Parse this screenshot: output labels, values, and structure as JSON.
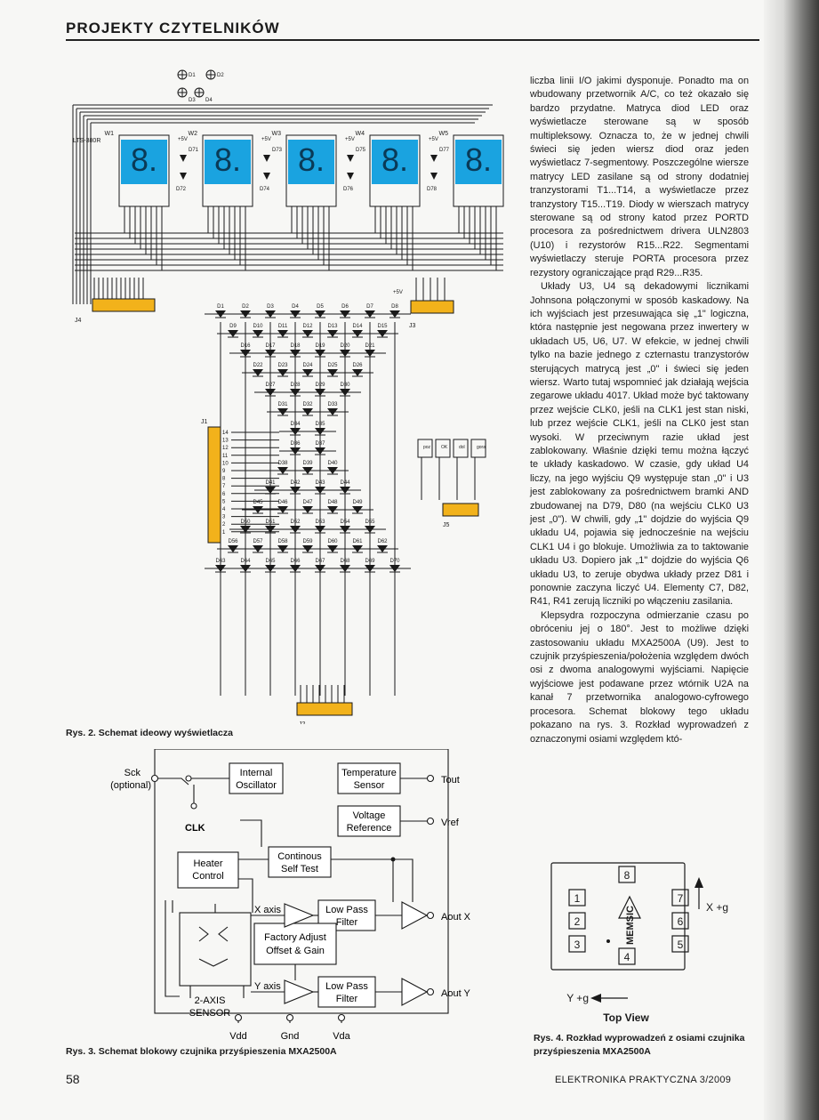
{
  "header": {
    "title": "PROJEKTY CZYTELNIKÓW"
  },
  "fig2": {
    "caption": "Rys. 2. Schemat ideowy wyświetlacza",
    "top_labels": [
      "D1",
      "D2",
      "D3",
      "D4"
    ],
    "display_labels": [
      "W1",
      "W2",
      "W3",
      "W4",
      "W5"
    ],
    "display_part": "LTS-380R",
    "led_labels": [
      "D71",
      "D72",
      "D73",
      "D74",
      "D75",
      "D76",
      "D77",
      "D78"
    ],
    "v5": "+5V",
    "j4": "J4",
    "j3": "J3",
    "j1": "J1",
    "j2": "J2",
    "j5": "J5",
    "matrix_rows": [
      [
        "D1",
        "D2",
        "D3",
        "D4",
        "D5",
        "D6",
        "D7",
        "D8"
      ],
      [
        "D9",
        "D10",
        "D11",
        "D12",
        "D13",
        "D14",
        "D15"
      ],
      [
        "D16",
        "D17",
        "D18",
        "D19",
        "D20",
        "D21"
      ],
      [
        "D22",
        "D23",
        "D24",
        "D25",
        "D26"
      ],
      [
        "D27",
        "D28",
        "D29",
        "D30"
      ],
      [
        "D31",
        "D32",
        "D33"
      ],
      [
        "D34",
        "D35"
      ],
      [
        "D36",
        "D37"
      ],
      [
        "D38",
        "D39",
        "D40"
      ],
      [
        "D41",
        "D42",
        "D43",
        "D44"
      ],
      [
        "D45",
        "D46",
        "D47",
        "D48",
        "D49"
      ],
      [
        "D50",
        "D51",
        "D52",
        "D53",
        "D54",
        "D55"
      ],
      [
        "D56",
        "D57",
        "D58",
        "D59",
        "D60",
        "D61",
        "D62"
      ],
      [
        "D63",
        "D64",
        "D65",
        "D66",
        "D67",
        "D68",
        "D69",
        "D70"
      ]
    ],
    "j1_pins": [
      "14",
      "13",
      "12",
      "11",
      "10",
      "9",
      "8",
      "7",
      "6",
      "5",
      "4",
      "3",
      "2",
      "1"
    ],
    "switches": [
      "poz",
      "OK",
      "dol",
      "gora"
    ]
  },
  "fig3": {
    "caption": "Rys. 3. Schemat blokowy czujnika przyśpieszenia MXA2500A",
    "sck": "Sck",
    "optional": "(optional)",
    "clk": "CLK",
    "internal_osc": [
      "Internal",
      "Oscillator"
    ],
    "temp_sensor": [
      "Temperature",
      "Sensor"
    ],
    "voltage_ref": [
      "Voltage",
      "Reference"
    ],
    "heater": [
      "Heater",
      "Control"
    ],
    "cst": [
      "Continous",
      "Self Test"
    ],
    "lpf1": [
      "Low Pass",
      "Filter"
    ],
    "lpf2": [
      "Low Pass",
      "Filter"
    ],
    "factory": [
      "Factory Adjust",
      "Offset & Gain"
    ],
    "x_axis": "X axis",
    "y_axis": "Y axis",
    "sensor": [
      "2-AXIS",
      "SENSOR"
    ],
    "tout": "Tout",
    "vref": "Vref",
    "aoutx": "Aout X",
    "aouty": "Aout Y",
    "vdd": "Vdd",
    "gnd": "Gnd",
    "vda": "Vda"
  },
  "fig4": {
    "caption": "Rys. 4. Rozkład wyprowadzeń z osiami czujnika przyśpieszenia MXA2500A",
    "pins": [
      "1",
      "2",
      "3",
      "4",
      "5",
      "6",
      "7",
      "8"
    ],
    "brand": "MEMSIC",
    "x_label": "X +g",
    "y_label": "Y +g",
    "view": "Top View"
  },
  "article": {
    "paragraphs": [
      "liczba linii I/O jakimi dysponuje. Ponadto ma on wbudowany przetwornik A/C, co też okazało się bardzo przydatne. Matryca diod LED oraz wyświetlacze sterowane są w sposób multipleksowy. Oznacza to, że w jednej chwili świeci się jeden wiersz diod oraz jeden wyświetlacz 7-segmentowy. Poszczególne wiersze matrycy LED zasilane są od strony dodatniej tranzystorami T1...T14, a wyświetlacze przez tranzystory T15...T19. Diody w wierszach matrycy sterowane są od strony katod przez PORTD procesora za pośrednictwem drivera ULN2803 (U10) i rezystorów R15...R22. Segmentami wyświetlaczy steruje PORTA procesora przez rezystory ograniczające prąd R29...R35.",
      "Układy U3, U4 są dekadowymi licznikami Johnsona połączonymi w sposób kaskadowy. Na ich wyjściach jest przesuwająca się „1\" logiczna, która następnie jest negowana przez inwertery w układach U5, U6, U7. W efekcie, w jednej chwili tylko na bazie jednego z czternastu tranzystorów sterujących matrycą jest „0\" i świeci się jeden wiersz. Warto tutaj wspomnieć jak działają wejścia zegarowe układu 4017. Układ może być taktowany przez wejście CLK0, jeśli na CLK1 jest stan niski, lub przez wejście CLK1, jeśli na CLK0 jest stan wysoki. W przeciwnym razie układ jest zablokowany. Właśnie dzięki temu można łączyć te układy kaskadowo. W czasie, gdy układ U4 liczy, na jego wyjściu Q9 występuje stan „0\" i U3 jest zablokowany za pośrednictwem bramki AND zbudowanej na D79, D80 (na wejściu CLK0 U3 jest „0\"). W chwili, gdy „1\" dojdzie do wyjścia Q9 układu U4, pojawia się jednocześnie na wejściu CLK1 U4 i go blokuje. Umożliwia za to taktowanie układu U3. Dopiero jak „1\" dojdzie do wyjścia Q6 układu U3, to zeruje obydwa układy przez D81 i ponownie zaczyna liczyć U4. Elementy C7, D82, R41, R41 zerują liczniki po włączeniu zasilania.",
      "Klepsydra rozpoczyna odmierzanie czasu po obróceniu jej o 180°. Jest to możliwe dzięki zastosowaniu układu MXA2500A (U9). Jest to czujnik przyśpieszenia/położenia względem dwóch osi z dwoma analogowymi wyjściami. Napięcie wyjściowe jest podawane przez wtórnik U2A na kanał 7 przetwornika analogowo-cyfrowego procesora. Schemat blokowy tego układu pokazano na rys. 3. Rozkład wyprowadzeń z oznaczonymi osiami względem któ-"
    ]
  },
  "footer": {
    "page_number": "58",
    "magazine": "ELEKTRONIKA PRAKTYCZNA 3/2009"
  },
  "colors": {
    "display": "#1aa3e0",
    "connector": "#f2b21b",
    "ink": "#1a1a1a"
  }
}
